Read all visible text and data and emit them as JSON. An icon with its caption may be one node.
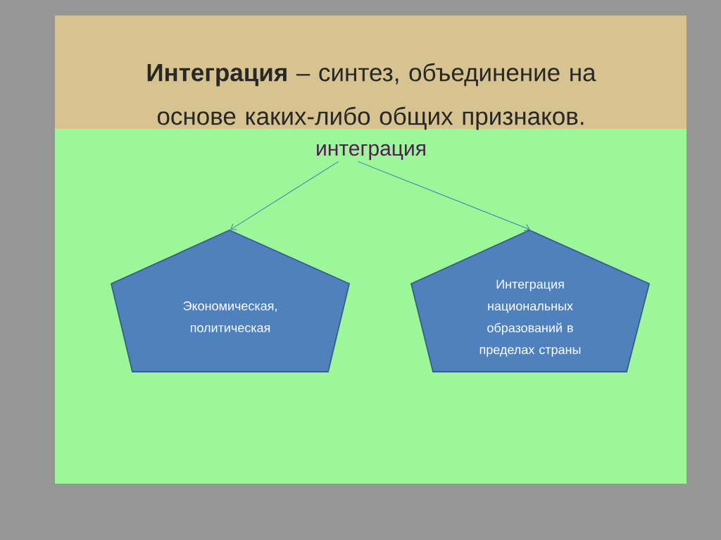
{
  "diagram": {
    "title": "**Интеграция** – синтез, объединение на основе каких-либо общих признаков.",
    "nodes": [
      {
        "text": [
          "интеграция"
        ]
      },
      {
        "text": [
          "Экономическая, политическая"
        ]
      },
      {
        "text": [
          "Интеграция национальных образований в пределах страны"
        ]
      }
    ],
    "edges": [
      {
        "from": 0,
        "to": 1,
        "arrow": "to"
      },
      {
        "from": 0,
        "to": 2,
        "arrow": "to"
      }
    ]
  }
}
